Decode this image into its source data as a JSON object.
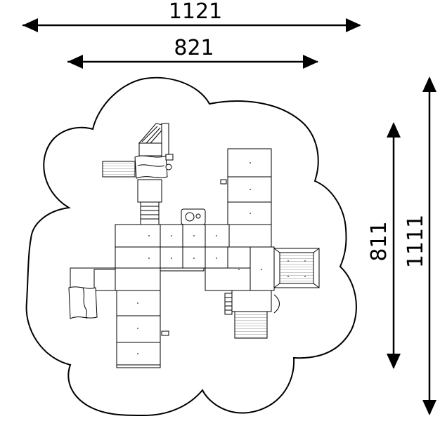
{
  "dimensions": {
    "overall_width": "1121",
    "structure_width": "821",
    "structure_depth": "811",
    "overall_depth": "1111"
  },
  "colors": {
    "line": "#000000",
    "panel_fill": "#ffffff",
    "hatch": "#777777",
    "deck_fill": "#f2f2f2"
  }
}
